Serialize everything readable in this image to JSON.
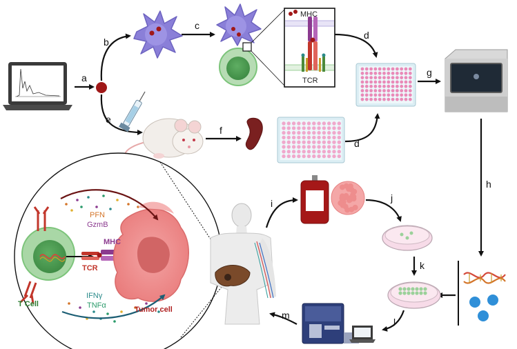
{
  "steps": {
    "a": "a",
    "b": "b",
    "c": "c",
    "d1": "d",
    "d2": "d",
    "e": "e",
    "f": "f",
    "g": "g",
    "h": "h",
    "i": "i",
    "j": "j",
    "k": "k",
    "l": "l",
    "m": "m"
  },
  "inset": {
    "mhc": "MHC",
    "tcr": "TCR"
  },
  "detail": {
    "pfn": "PFN",
    "gzmb": "GzmB",
    "mhc": "MHC",
    "tcr": "TCR",
    "tcell": "T Cell",
    "ifng": "IFNγ",
    "tnfa": "TNFα",
    "tumor": "Tumor cell"
  },
  "colors": {
    "dendritic": "#8a7fd8",
    "tcell": "#7cc47a",
    "tumor": "#ef8a8a",
    "plate_well": "#e98ab8",
    "mhc": "#8b3a8f",
    "tcr": "#c2362b",
    "pfn": "#d4752a",
    "gzmb": "#8b3a8f",
    "ifn": "#2a8a8a",
    "tnf": "#2a9a6a"
  },
  "icons": [
    "laptop-icon",
    "peptide-icon",
    "dendritic-cell-icon",
    "t-cell-icon",
    "syringe-icon",
    "mouse-icon",
    "spleen-icon",
    "well-plate-icon",
    "sequencer-icon",
    "dna-icon",
    "molecules-icon",
    "blood-bag-icon",
    "tumor-icon",
    "petri-dish-icon",
    "flow-cytometer-icon",
    "human-body-icon",
    "liver-icon"
  ]
}
